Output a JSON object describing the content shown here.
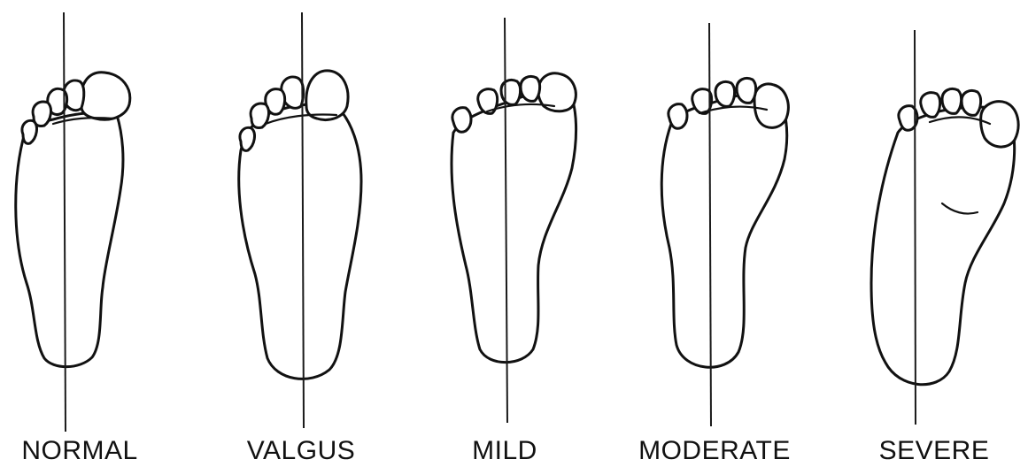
{
  "diagram": {
    "feet": [
      {
        "id": "normal",
        "label": "NORMAL"
      },
      {
        "id": "valgus",
        "label": "VALGUS"
      },
      {
        "id": "mild",
        "label": "MILD"
      },
      {
        "id": "moderate",
        "label": "MODERATE"
      },
      {
        "id": "severe",
        "label": "SEVERE"
      }
    ]
  }
}
